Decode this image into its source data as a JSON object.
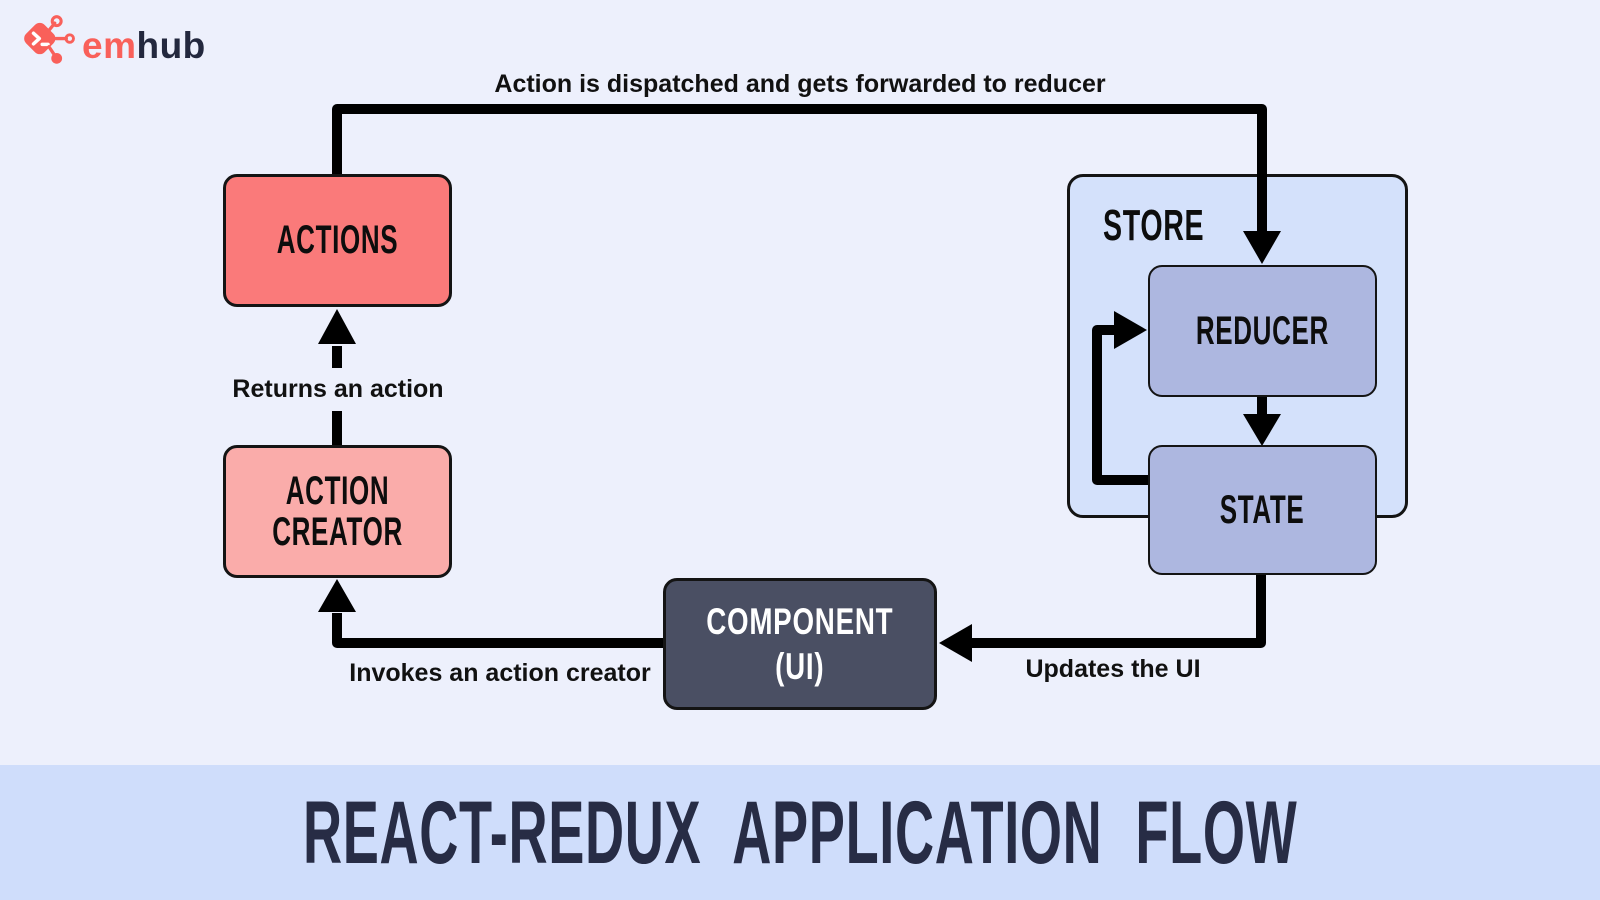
{
  "logo": {
    "icon": "emhub-network-code-icon",
    "text_em": "em",
    "text_hub": "hub"
  },
  "diagram": {
    "flow_labels": {
      "dispatch": "Action is dispatched and gets forwarded to reducer",
      "returns": "Returns an action",
      "invokes": "Invokes an action creator",
      "updates": "Updates the UI"
    },
    "nodes": {
      "actions": {
        "label": "ACTIONS",
        "fill": "#FA7A7A"
      },
      "action_creator": {
        "line1": "ACTION",
        "line2": "CREATOR",
        "fill": "#FAACAA"
      },
      "store": {
        "label": "STORE",
        "fill": "#D4E1FB"
      },
      "reducer": {
        "label": "REDUCER",
        "fill": "#ADB7E0"
      },
      "state": {
        "label": "STATE",
        "fill": "#ADB7E0"
      },
      "component": {
        "line1": "COMPONENT",
        "line2": "(UI)",
        "fill": "#4A4F63"
      }
    }
  },
  "footer": {
    "title": "REACT-REDUX APPLICATION FLOW"
  },
  "colors": {
    "background": "#EDF0FC",
    "banner": "#CFDDFB",
    "connector": "#000000",
    "node_border": "#141414",
    "title_text": "#272C45",
    "logo_coral": "#F9605A",
    "logo_navy": "#23283E"
  }
}
